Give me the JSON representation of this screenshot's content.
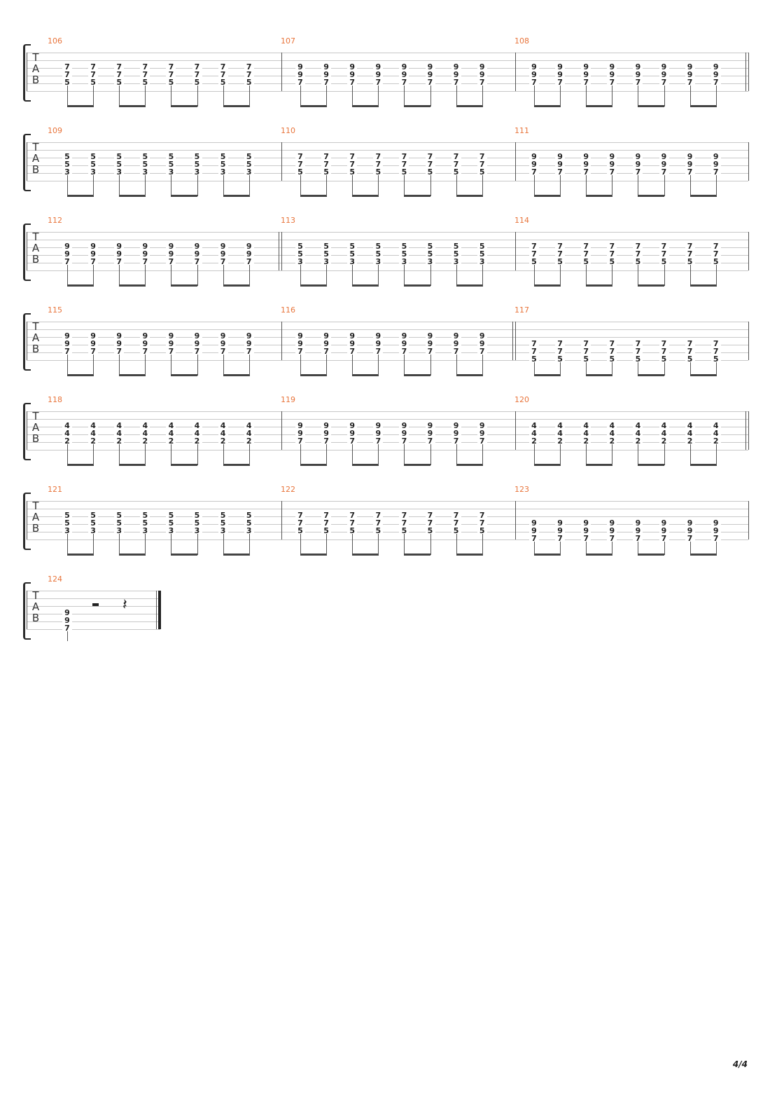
{
  "staff_label": [
    "T",
    "A",
    "B"
  ],
  "page_number": "4/4",
  "rows": [
    {
      "measures": [
        {
          "number": "106",
          "chord": [
            "7",
            "7",
            "5"
          ],
          "count": 8
        },
        {
          "number": "107",
          "chord": [
            "9",
            "9",
            "7"
          ],
          "count": 8
        },
        {
          "number": "108",
          "chord": [
            "9",
            "9",
            "7"
          ],
          "count": 8
        }
      ],
      "end": "double-light"
    },
    {
      "measures": [
        {
          "number": "109",
          "chord": [
            "5",
            "5",
            "3"
          ],
          "count": 8
        },
        {
          "number": "110",
          "chord": [
            "7",
            "7",
            "5"
          ],
          "count": 8
        },
        {
          "number": "111",
          "chord": [
            "9",
            "9",
            "7"
          ],
          "count": 8
        }
      ],
      "end": "single"
    },
    {
      "measures": [
        {
          "number": "112",
          "chord": [
            "9",
            "9",
            "7"
          ],
          "count": 8
        },
        {
          "number": "113",
          "chord": [
            "5",
            "5",
            "3"
          ],
          "count": 8
        },
        {
          "number": "114",
          "chord": [
            "7",
            "7",
            "5"
          ],
          "count": 8
        }
      ],
      "end": "single",
      "double_after": 0
    },
    {
      "measures": [
        {
          "number": "115",
          "chord": [
            "9",
            "9",
            "7"
          ],
          "count": 8,
          "offset": 0
        },
        {
          "number": "116",
          "chord": [
            "9",
            "9",
            "7"
          ],
          "count": 8,
          "offset": 0
        },
        {
          "number": "117",
          "chord": [
            "7",
            "7",
            "5"
          ],
          "count": 8,
          "offset": 1
        }
      ],
      "end": "single",
      "double_after": 1
    },
    {
      "measures": [
        {
          "number": "118",
          "chord": [
            "4",
            "4",
            "2"
          ],
          "count": 8
        },
        {
          "number": "119",
          "chord": [
            "9",
            "9",
            "7"
          ],
          "count": 8
        },
        {
          "number": "120",
          "chord": [
            "4",
            "4",
            "2"
          ],
          "count": 8
        }
      ],
      "end": "double-light"
    },
    {
      "measures": [
        {
          "number": "121",
          "chord": [
            "5",
            "5",
            "3"
          ],
          "count": 8
        },
        {
          "number": "122",
          "chord": [
            "7",
            "7",
            "5"
          ],
          "count": 8
        },
        {
          "number": "123",
          "chord": [
            "9",
            "9",
            "7"
          ],
          "count": 8,
          "offset": 1
        }
      ],
      "end": "single"
    },
    {
      "measures": [
        {
          "number": "124",
          "chord": [
            "9",
            "9",
            "7"
          ],
          "count": 1,
          "offset": 1,
          "rests": [
            "half-rest",
            "quarter-rest"
          ]
        }
      ],
      "end": "final"
    }
  ]
}
